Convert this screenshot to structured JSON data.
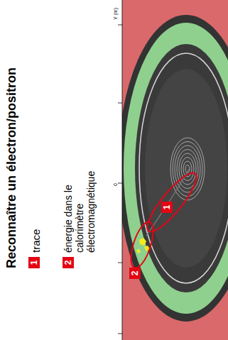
{
  "diagram": {
    "title": "Reconnaître un électron/positron",
    "labels": [
      "1",
      "trace",
      "2",
      "énergie dans le calorimètre électromagnétique",
      "1",
      "2",
      "Y (m)",
      "0"
    ]
  }
}
